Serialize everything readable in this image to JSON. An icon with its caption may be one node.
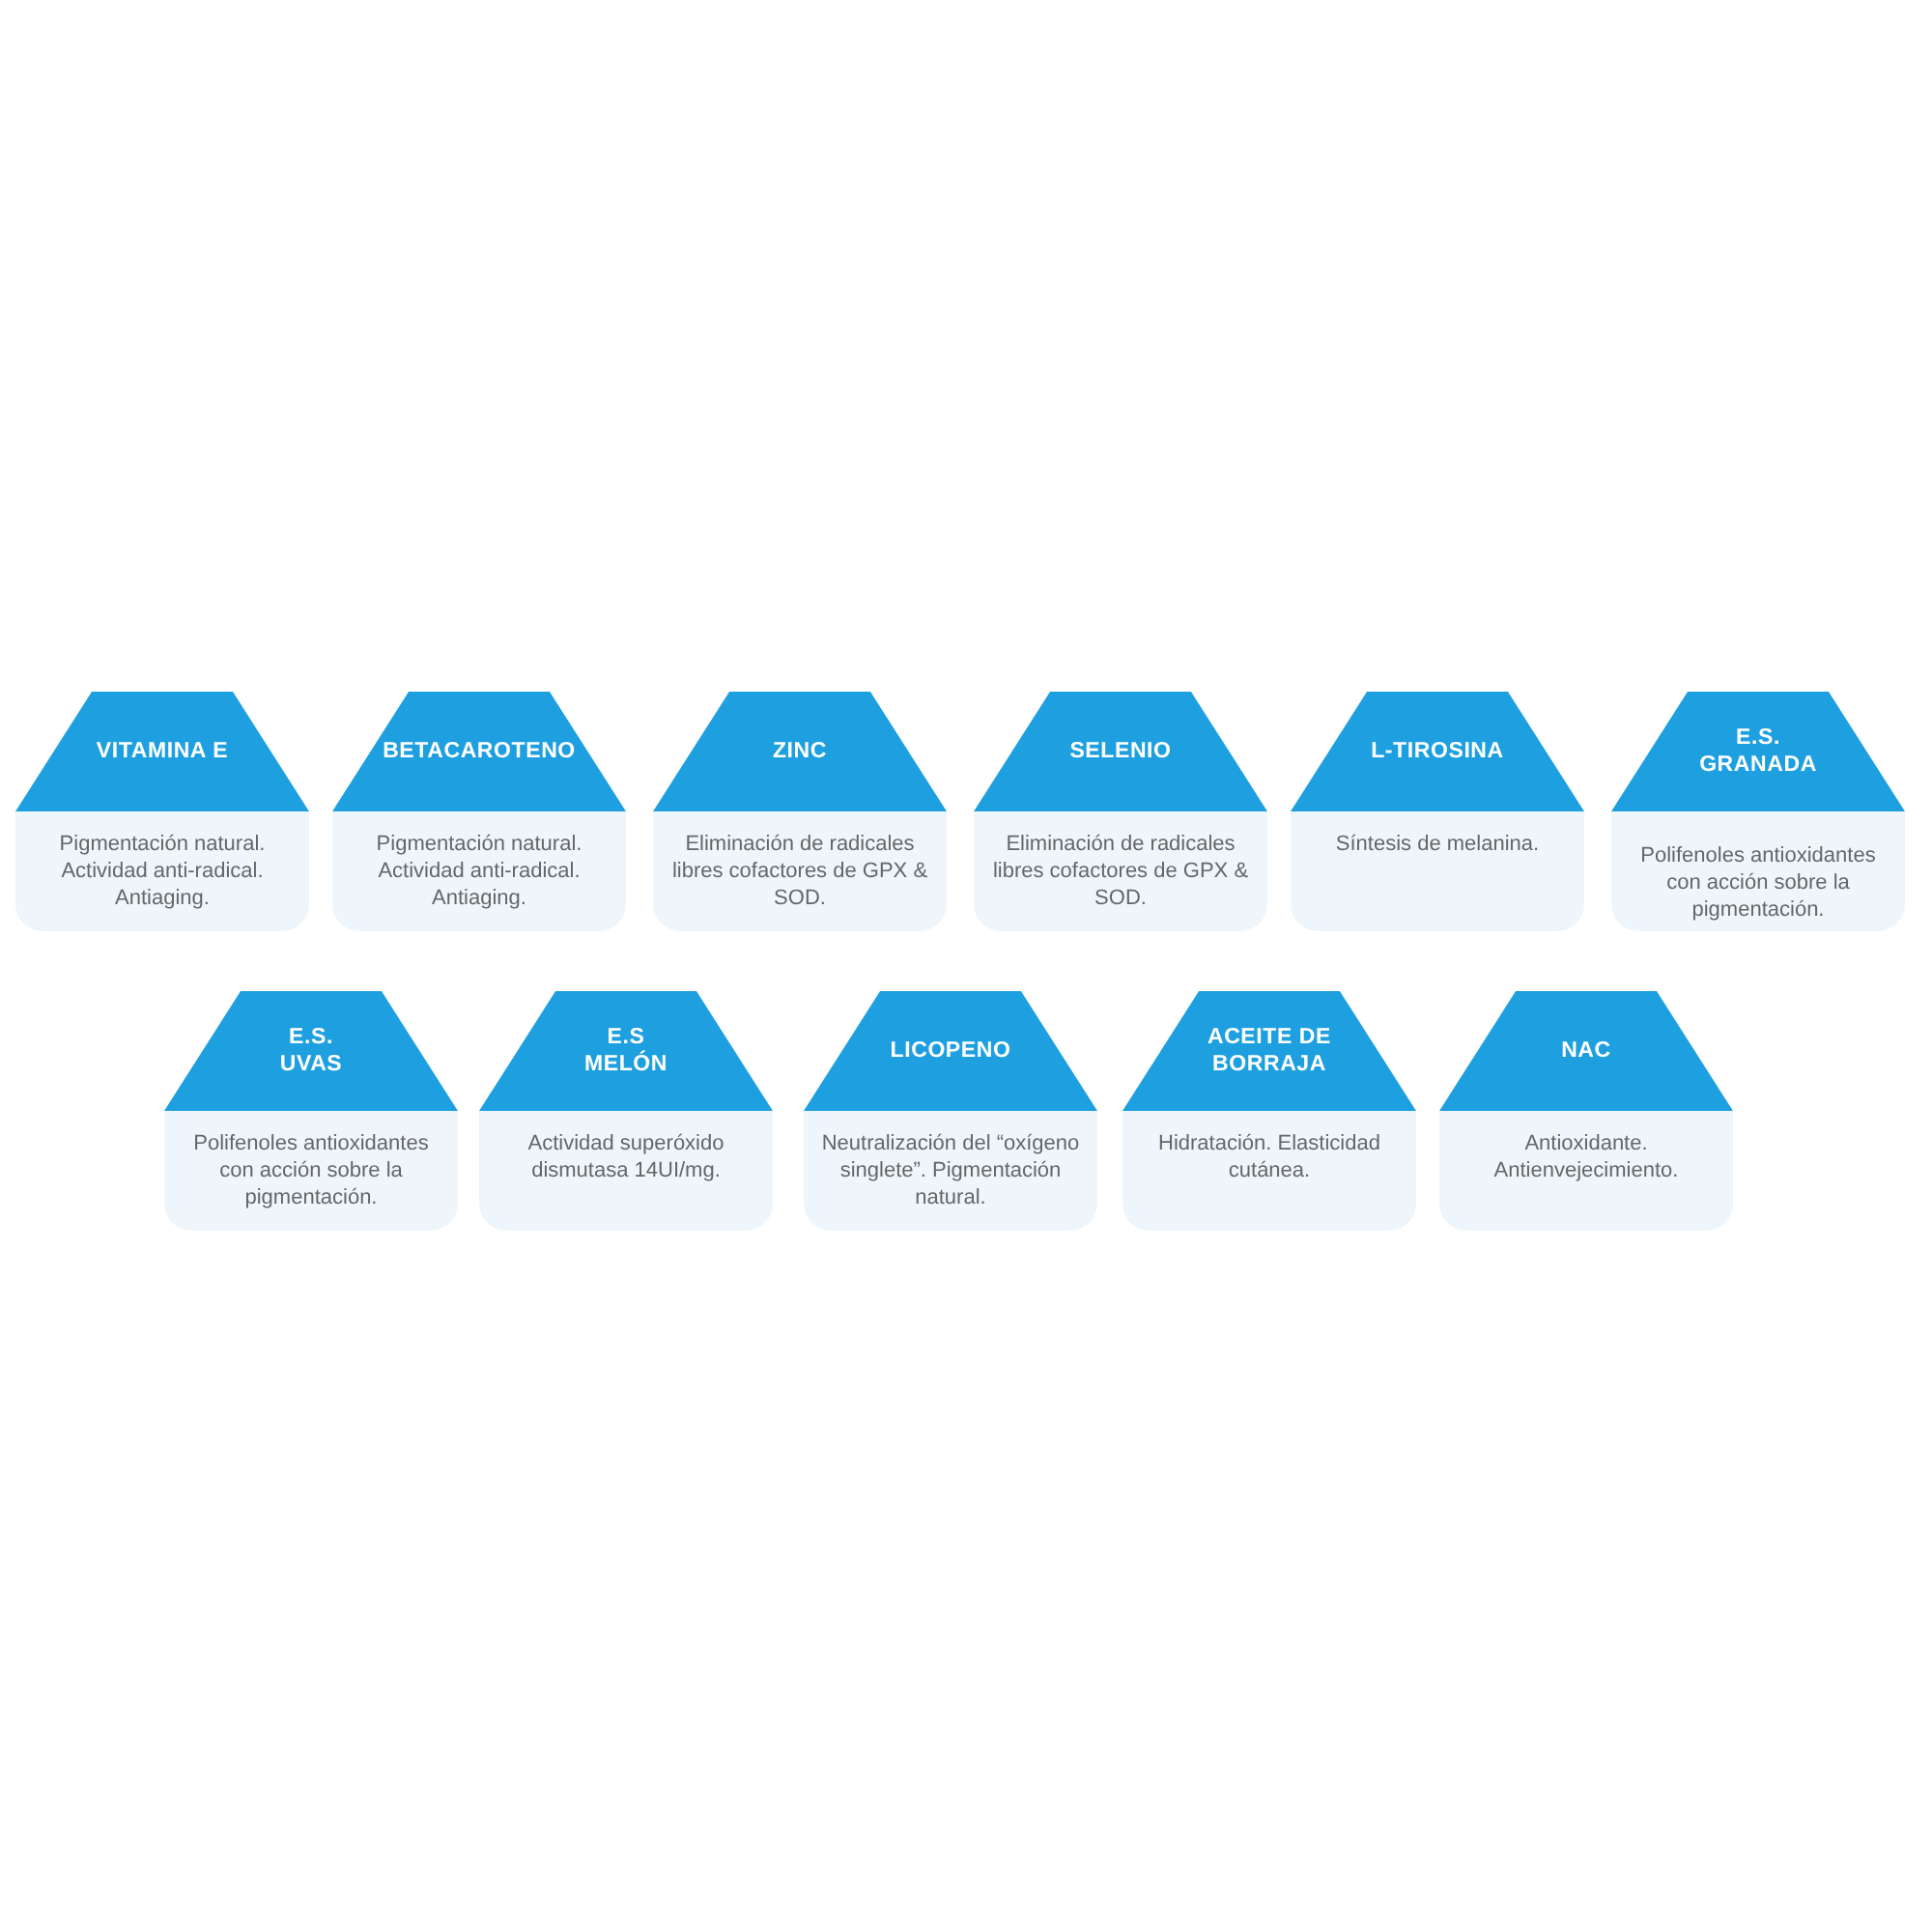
{
  "diagram": {
    "nodes": [
      {
        "text": [
          "VITAMINA E",
          "Pigmentación natural. Actividad anti-radical. Antiaging."
        ]
      },
      {
        "text": [
          "BETACAROTENO",
          "Pigmentación natural. Actividad anti-radical. Antiaging."
        ]
      },
      {
        "text": [
          "ZINC",
          "Eliminación de radicales libres cofactores de GPX & SOD."
        ]
      },
      {
        "text": [
          "SELENIO",
          "Eliminación de radicales libres cofactores de GPX & SOD."
        ]
      },
      {
        "text": [
          "L-TIROSINA",
          "Síntesis de melanina."
        ]
      },
      {
        "text": [
          "E.S. GRANADA",
          "Polifenoles antioxidantes con acción sobre la pigmentación."
        ]
      },
      {
        "text": [
          "E.S. UVAS",
          "Polifenoles antioxidantes con acción sobre la pigmentación."
        ]
      },
      {
        "text": [
          "E.S MELÓN",
          "Actividad superóxido dismutasa 14UI/mg."
        ]
      },
      {
        "text": [
          "LICOPENO",
          "Neutralización del “oxígeno singlete”. Pigmentación natural."
        ]
      },
      {
        "text": [
          "ACEITE DE BORRAJA",
          "Hidratación. Elasticidad cutánea."
        ]
      },
      {
        "text": [
          "NAC",
          "Antioxidante. Antienvejecimiento."
        ]
      }
    ]
  }
}
